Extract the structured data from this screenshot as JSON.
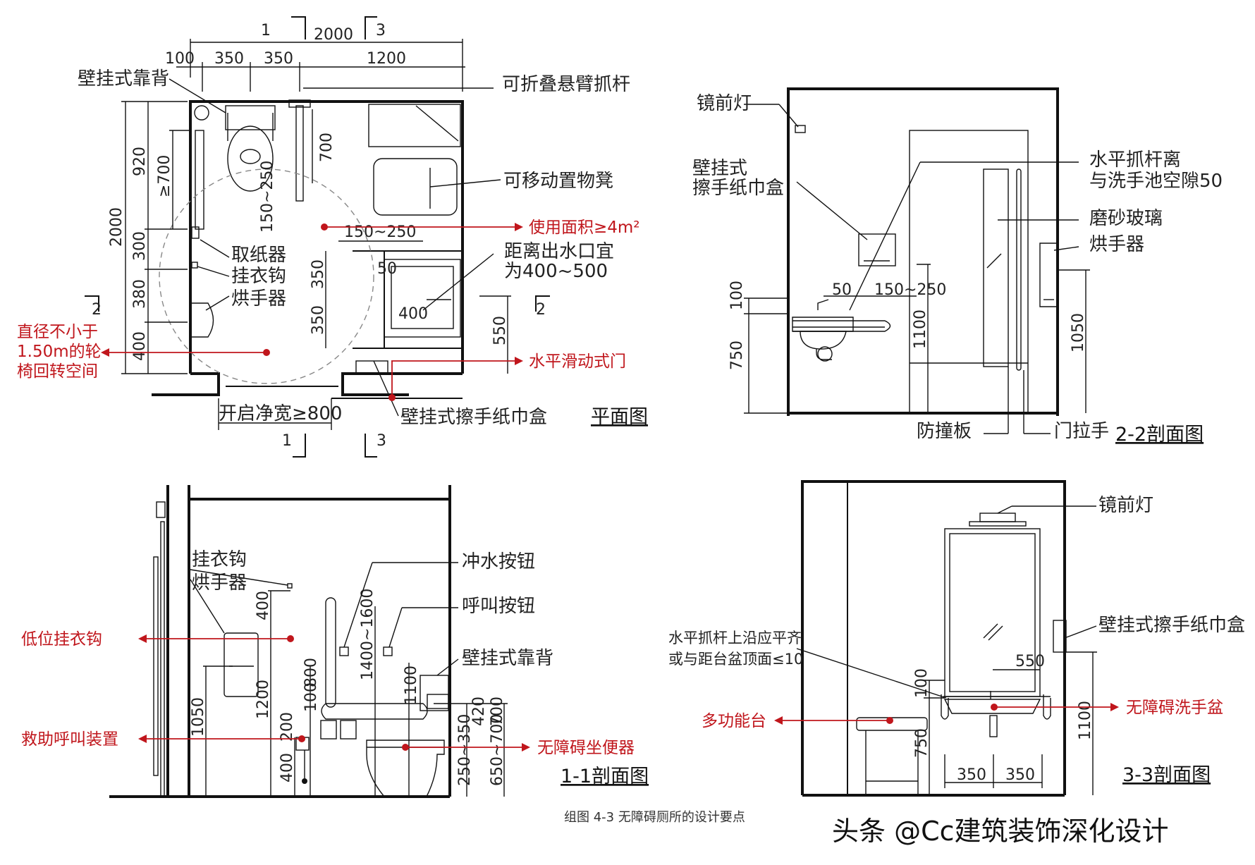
{
  "plan": {
    "title": "平面图",
    "labels": {
      "backrest": "壁挂式靠背",
      "fold_bar": "可折叠悬臂抓杆",
      "stool": "可移动置物凳",
      "paper": "取纸器",
      "hook": "挂衣钩",
      "dryer": "烘手器",
      "outlet_distance_1": "距离出水口宜",
      "outlet_distance_2": "为400~500",
      "towel_box": "壁挂式擦手纸巾盒",
      "door_width": "开启净宽≥800"
    },
    "red_labels": {
      "area": "使用面积≥4m²",
      "door": "水平滑动式门",
      "turn_1": "直径不小于",
      "turn_2": "1.50m的轮",
      "turn_3": "椅回转空间"
    },
    "dims": {
      "overall": "2000",
      "d100": "100",
      "d350a": "350",
      "d350b": "350",
      "d1200": "1200",
      "v2000": "2000",
      "v920": "920",
      "v300": "300",
      "v380": "380",
      "v400": "400",
      "ge700": "≥700",
      "v700": "700",
      "v150_250": "150~250",
      "h150_250": "150~250",
      "v350a": "350",
      "v350b": "350",
      "v50": "50",
      "h400": "400",
      "v550": "550"
    },
    "section_marks": {
      "s1": "1",
      "s2": "2",
      "s3": "3"
    }
  },
  "section22": {
    "title": "2-2剖面图",
    "labels": {
      "mirror_light": "镜前灯",
      "towel_box_1": "壁挂式",
      "towel_box_2": "擦手纸巾盒",
      "bar_gap_1": "水平抓杆离",
      "bar_gap_2": "与洗手池空隙50",
      "frosted_glass": "磨砂玻璃",
      "dryer": "烘手器",
      "bump_plate": "防撞板",
      "door_handle": "门拉手"
    },
    "dims": {
      "d50": "50",
      "d150_250": "150~250",
      "d100": "100",
      "d750": "750",
      "d1100": "1100",
      "d1050": "1050"
    }
  },
  "section11": {
    "title": "1-1剖面图",
    "labels": {
      "hook": "挂衣钩",
      "dryer": "烘手器",
      "flush_button": "冲水按钮",
      "call_button": "呼叫按钮",
      "backrest": "壁挂式靠背"
    },
    "red_labels": {
      "low_hook": "低位挂衣钩",
      "rescue_call": "救助呼叫装置",
      "toilet": "无障碍坐便器"
    },
    "dims": {
      "d400a": "400",
      "d1050": "1050",
      "d1200": "1200",
      "d200": "200",
      "d400b": "400",
      "d100": "100",
      "d800": "800",
      "d1400_1600": "1400~1600",
      "d1100": "1100",
      "d420": "420",
      "d700": "700",
      "d250_350": "250~350",
      "d650_700": "650~700"
    }
  },
  "section33": {
    "title": "3-3剖面图",
    "labels": {
      "mirror_light": "镜前灯",
      "towel_box": "壁挂式擦手纸巾盒",
      "bar_top_1": "水平抓杆上沿应平齐",
      "bar_top_2": "或与距台盆顶面≤10"
    },
    "red_labels": {
      "basin": "无障碍洗手盆",
      "counter": "多功能台"
    },
    "dims": {
      "d550": "550",
      "d100": "100",
      "d750": "750",
      "d1100": "1100",
      "d350a": "350",
      "d350b": "350"
    }
  },
  "caption": "组图 4-3    无障碍厕所的设计要点",
  "watermark": "头条 @Cc建筑装饰深化设计",
  "colors": {
    "annotation_red": "#c0161c",
    "line": "#111111",
    "background": "#ffffff"
  }
}
